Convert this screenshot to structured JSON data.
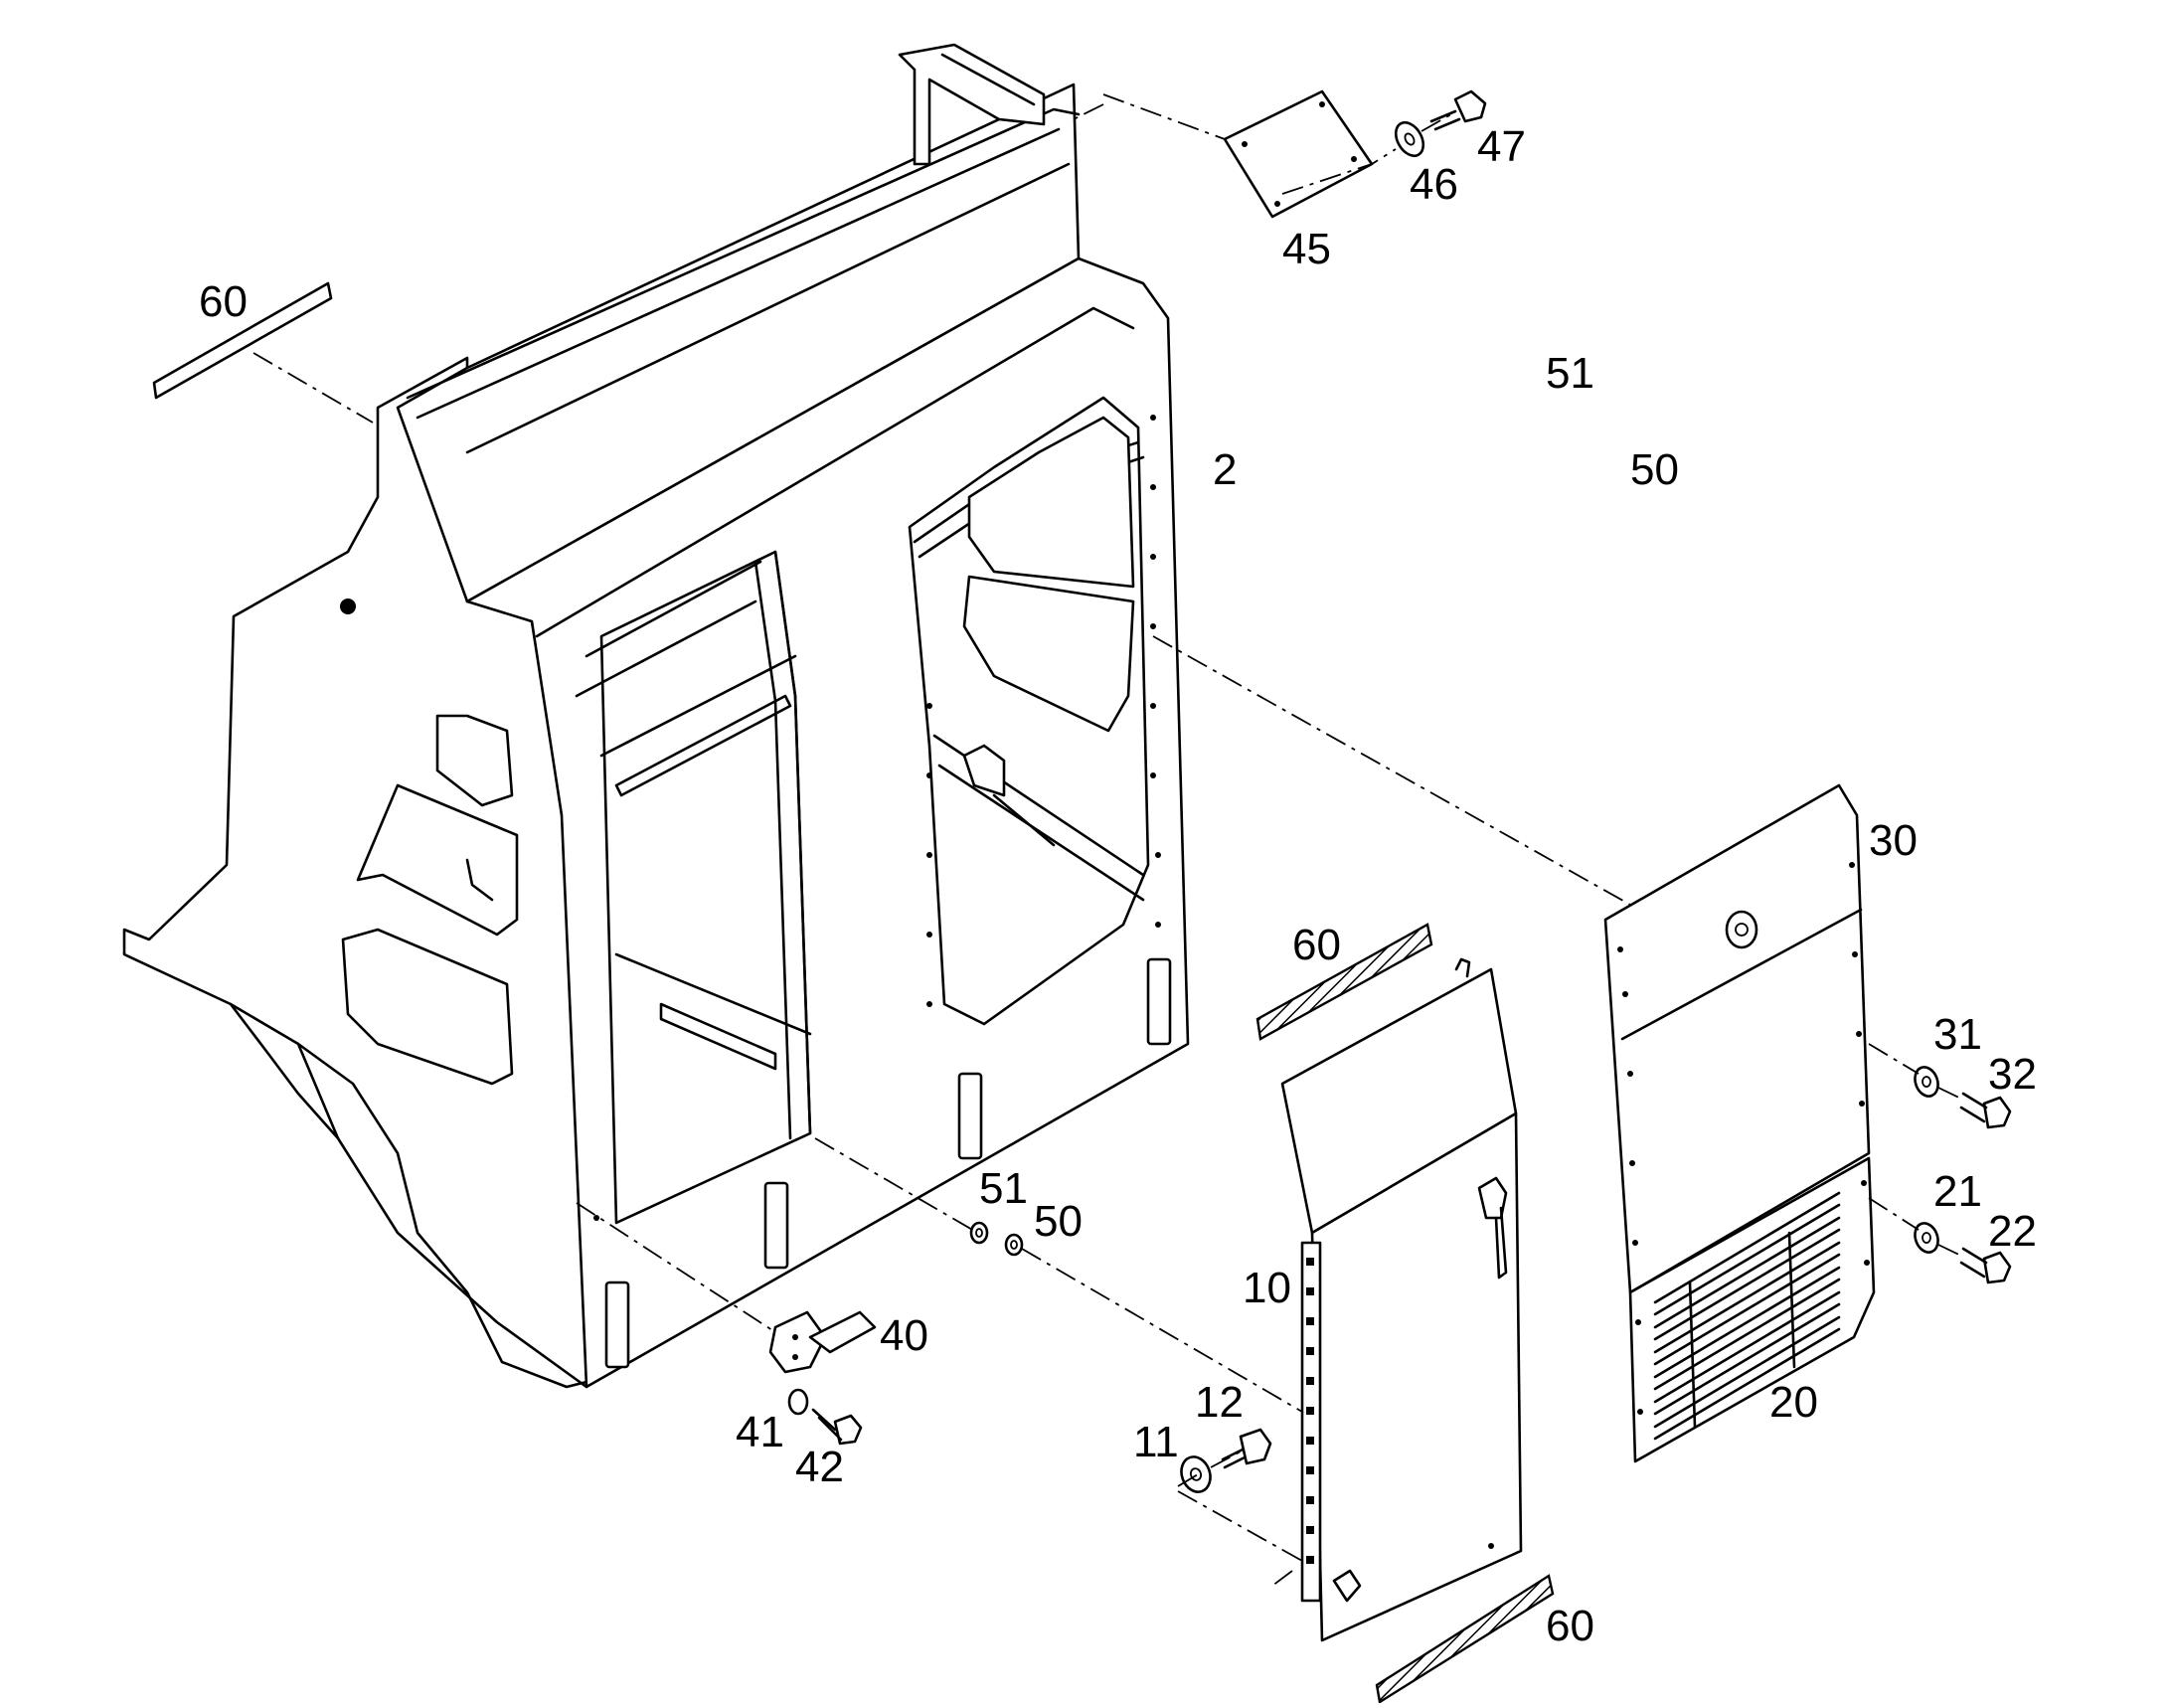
{
  "labels": {
    "l2": "2",
    "l10": "10",
    "l11": "11",
    "l12": "12",
    "l20": "20",
    "l21": "21",
    "l22": "22",
    "l30": "30",
    "l31": "31",
    "l32": "32",
    "l40": "40",
    "l41": "41",
    "l42": "42",
    "l45": "45",
    "l46": "46",
    "l47": "47",
    "l50a": "50",
    "l50b": "50",
    "l51a": "51",
    "l51b": "51",
    "l60a": "60",
    "l60b": "60",
    "l60c": "60"
  }
}
